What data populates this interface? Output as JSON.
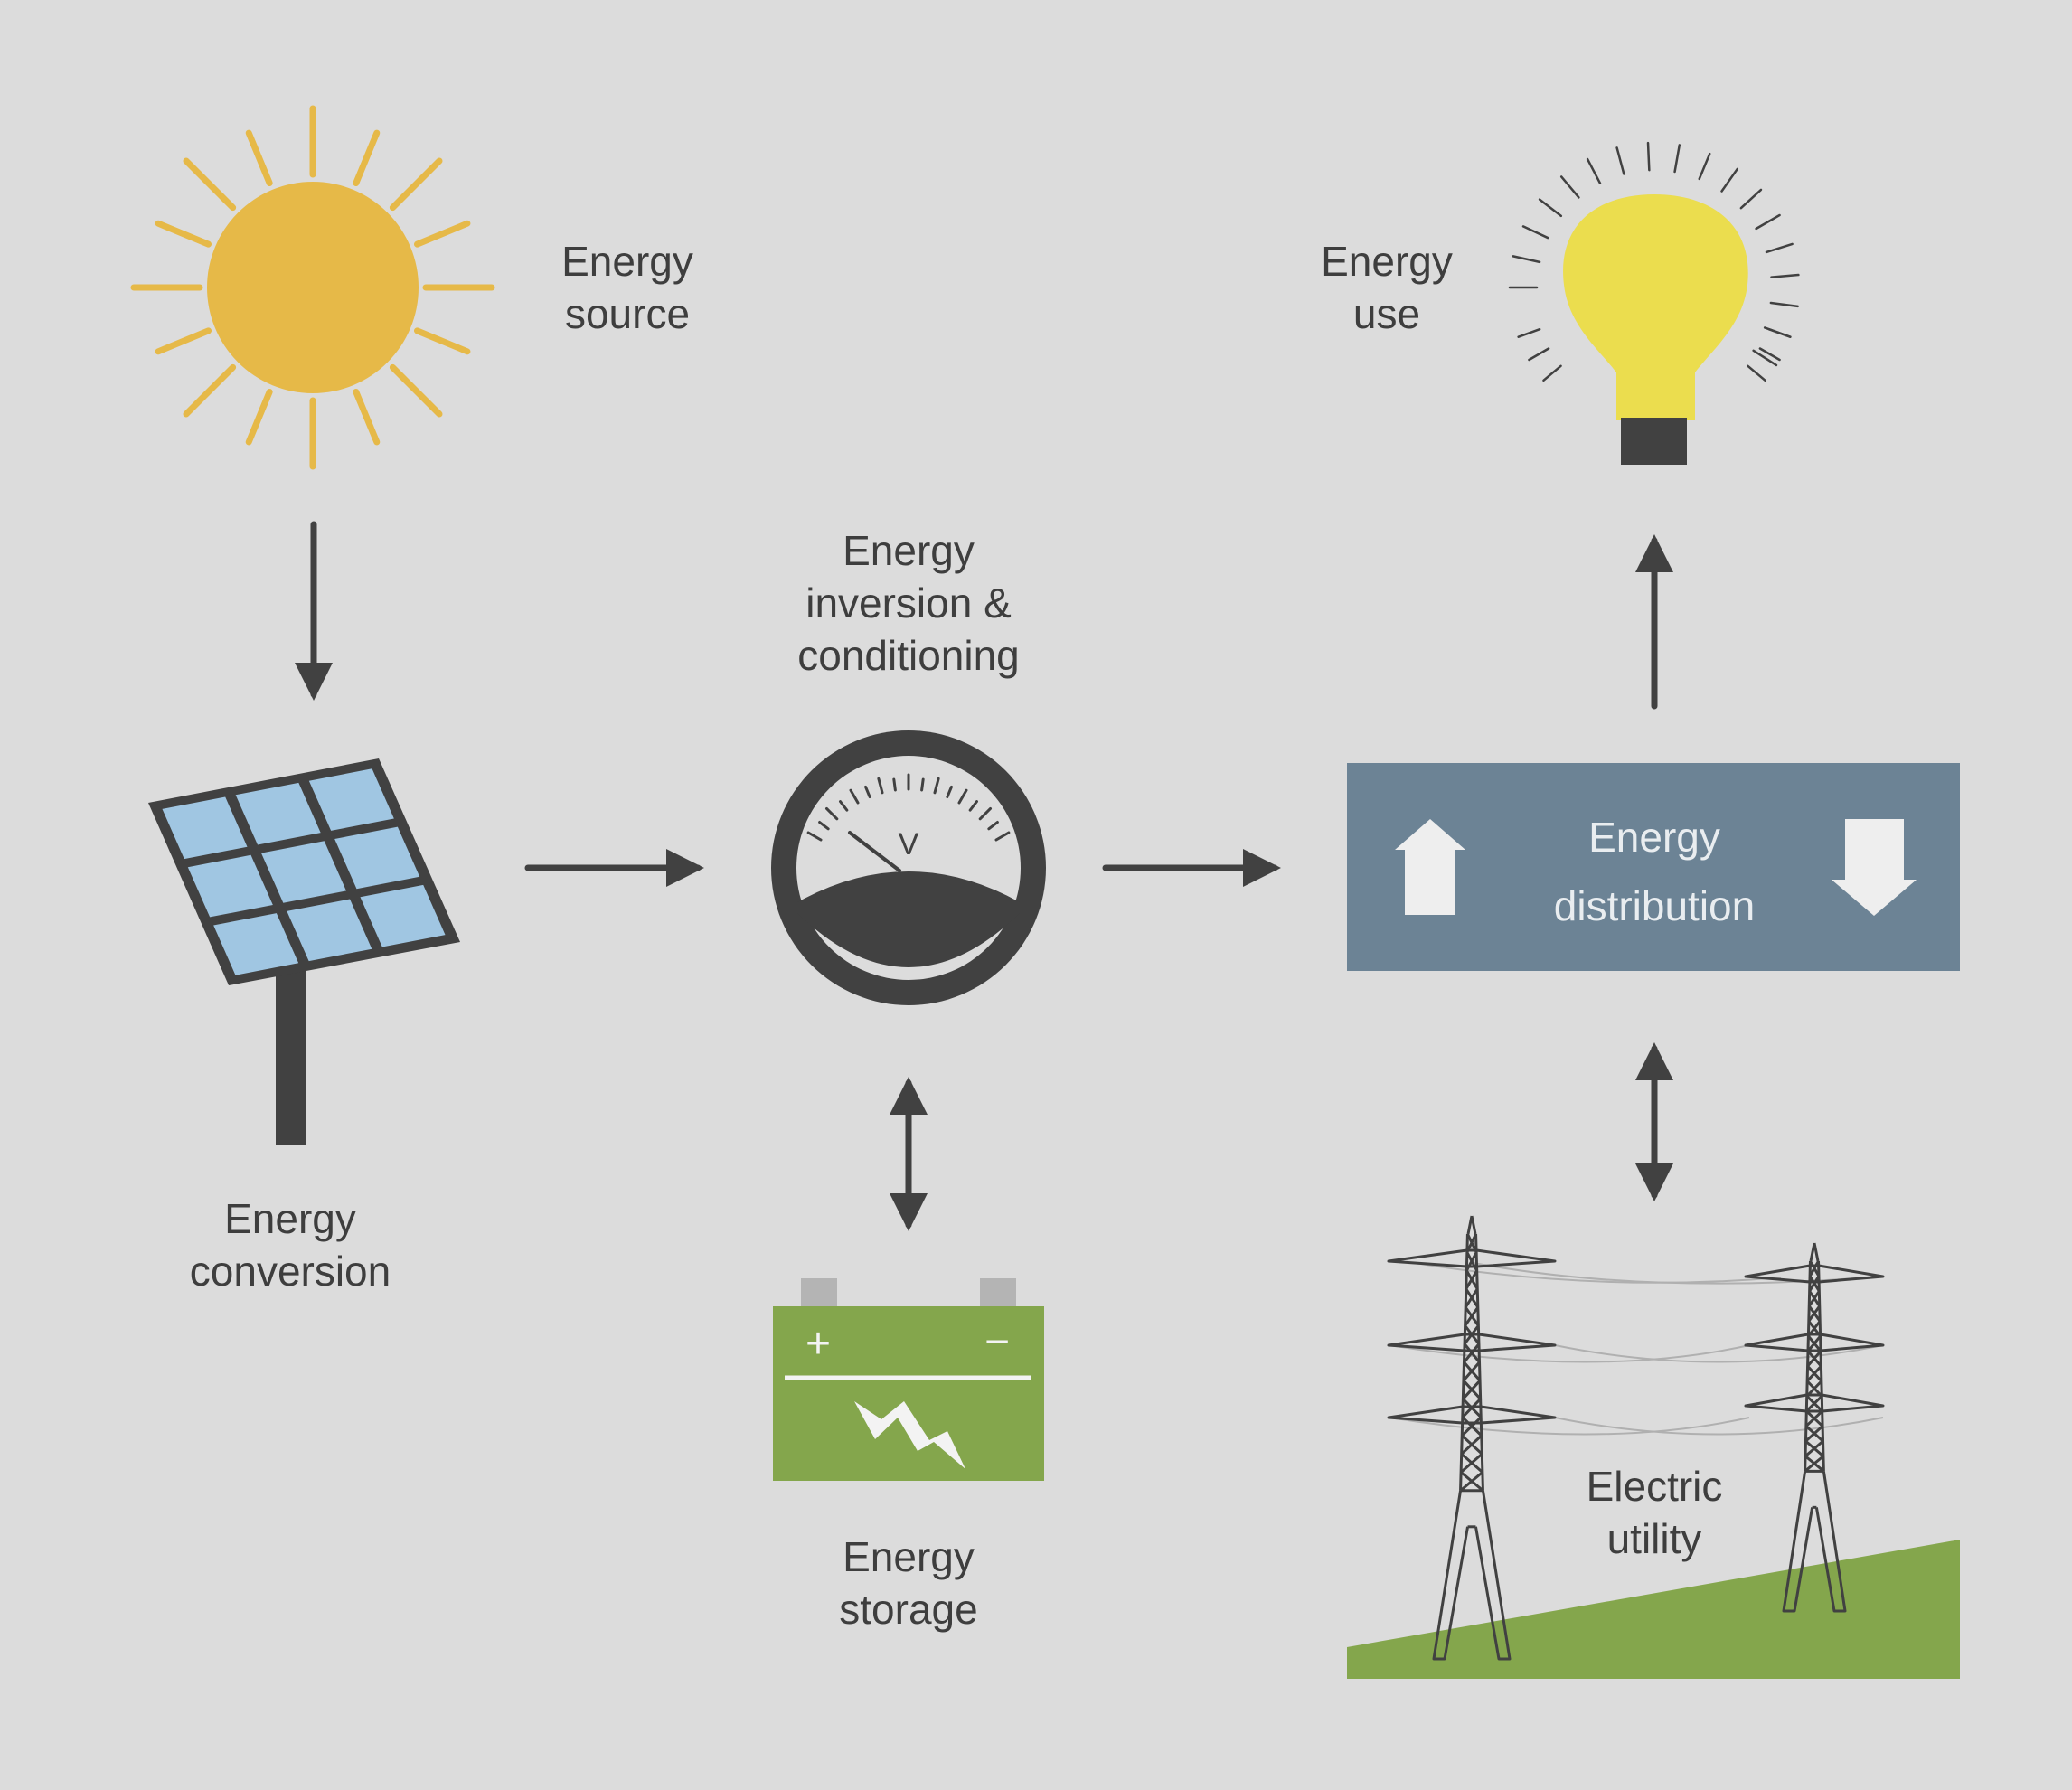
{
  "labels": {
    "source": [
      "Energy",
      "source"
    ],
    "use": [
      "Energy",
      "use"
    ],
    "inversion": [
      "Energy",
      "inversion &",
      "conditioning"
    ],
    "conversion": [
      "Energy",
      "conversion"
    ],
    "distribution": [
      "Energy",
      "distribution"
    ],
    "storage": [
      "Energy",
      "storage"
    ],
    "utility": [
      "Electric",
      "utility"
    ]
  },
  "meter": {
    "unit": "V"
  },
  "battery": {
    "plus": "+",
    "minus": "−"
  },
  "colors": {
    "background": "#dcdcdc",
    "sun": "#e6b948",
    "bulb": "#ebdd4e",
    "dark": "#414141",
    "panel_cell": "#a0c6e2",
    "distribution_box": "#6c8395",
    "battery": "#84a64c",
    "grass": "#84a64c",
    "terminal": "#b4b4b4"
  },
  "icons": [
    "sun-icon",
    "light-bulb-icon",
    "solar-panel-icon",
    "voltmeter-icon",
    "battery-icon",
    "power-tower-icon",
    "up-arrow-icon",
    "down-arrow-icon"
  ]
}
